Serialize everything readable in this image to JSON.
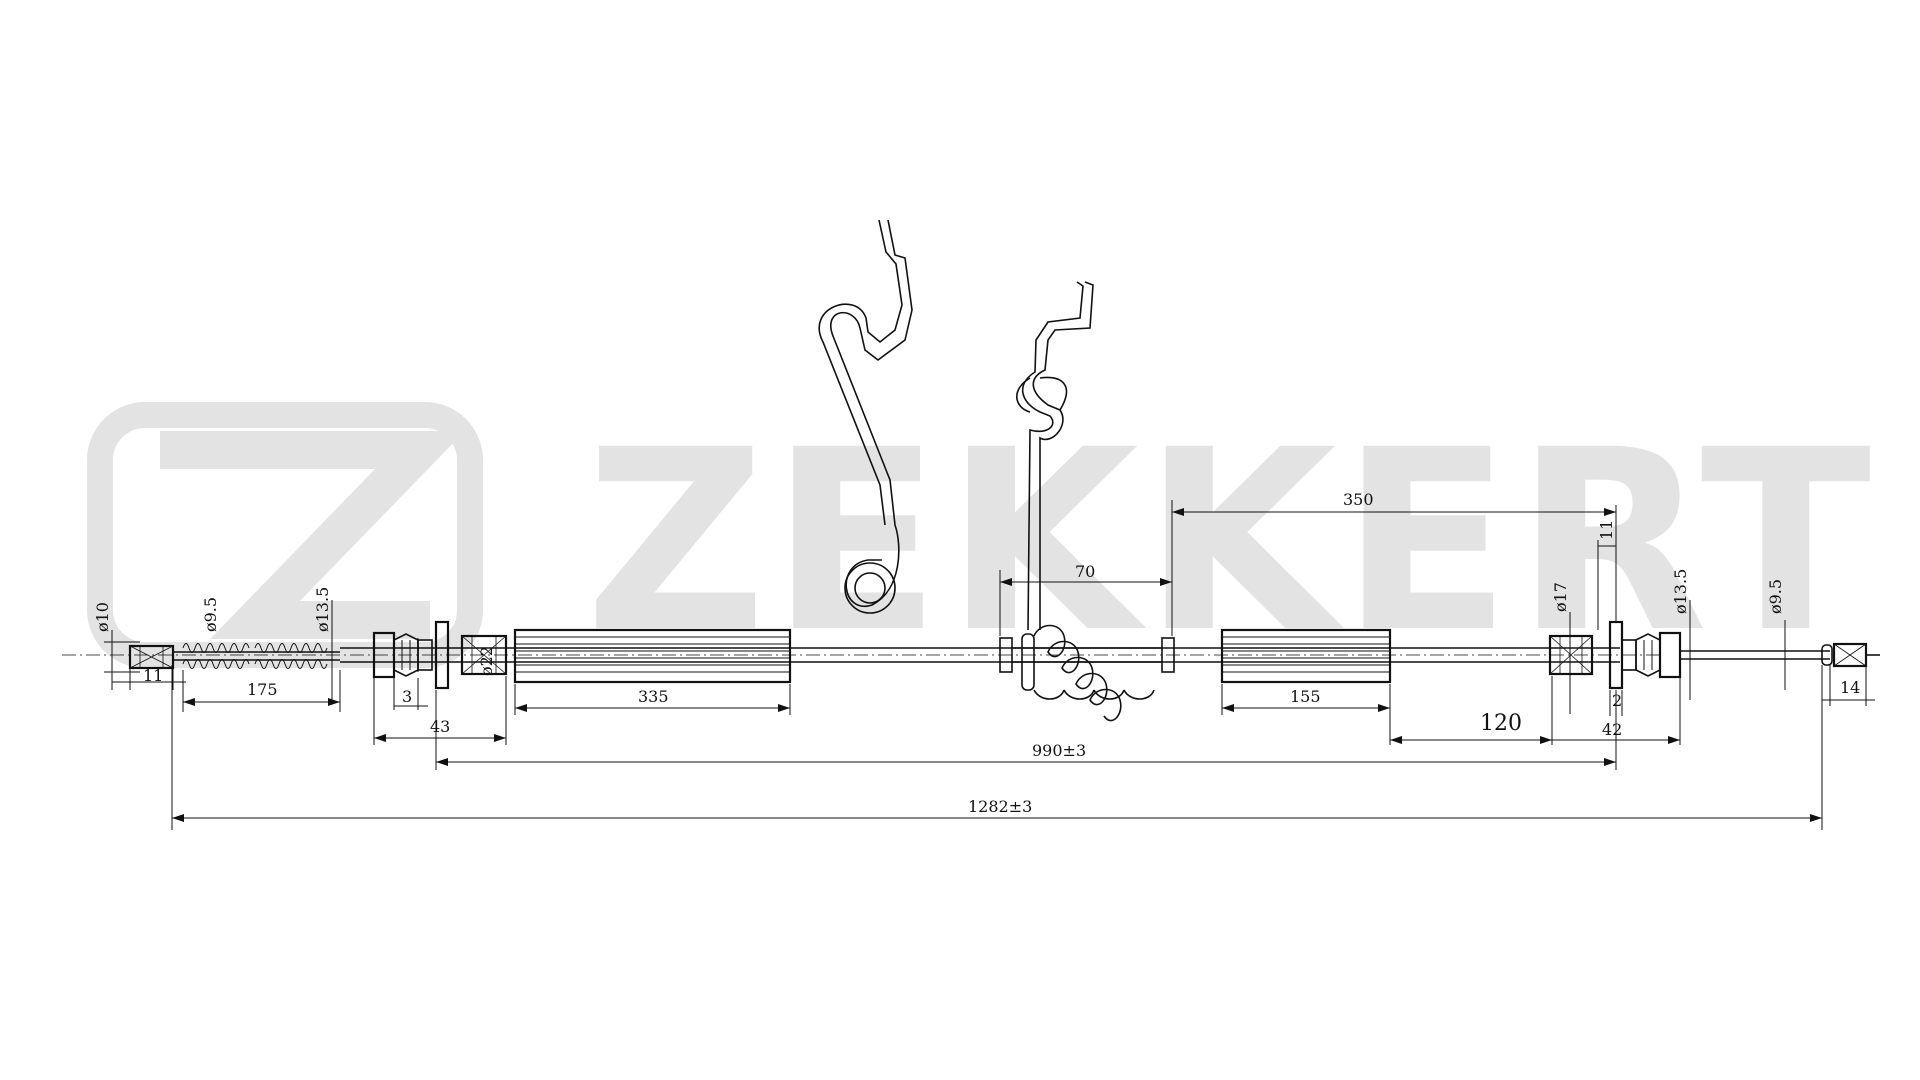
{
  "watermark": {
    "brand": "ZEKKERT",
    "logo_letter": "Z",
    "color": "#e3e3e3"
  },
  "colors": {
    "line": "#111111",
    "background": "#ffffff"
  },
  "dimensions": {
    "d10": "ø10",
    "d9_5_left": "ø9.5",
    "d13_5_left": "ø13.5",
    "d_left_nut": "ø22",
    "len11_left": "11",
    "len175": "175",
    "len3": "3",
    "len43": "43",
    "len335": "335",
    "len70": "70",
    "len350": "350",
    "len11_right": "11",
    "d17": "ø17",
    "d13_5_right": "ø13.5",
    "d9_5_right": "ø9.5",
    "len155": "155",
    "len120": "120",
    "len2": "2",
    "len42": "42",
    "len14": "14",
    "len990": "990±3",
    "len1282": "1282±3"
  }
}
